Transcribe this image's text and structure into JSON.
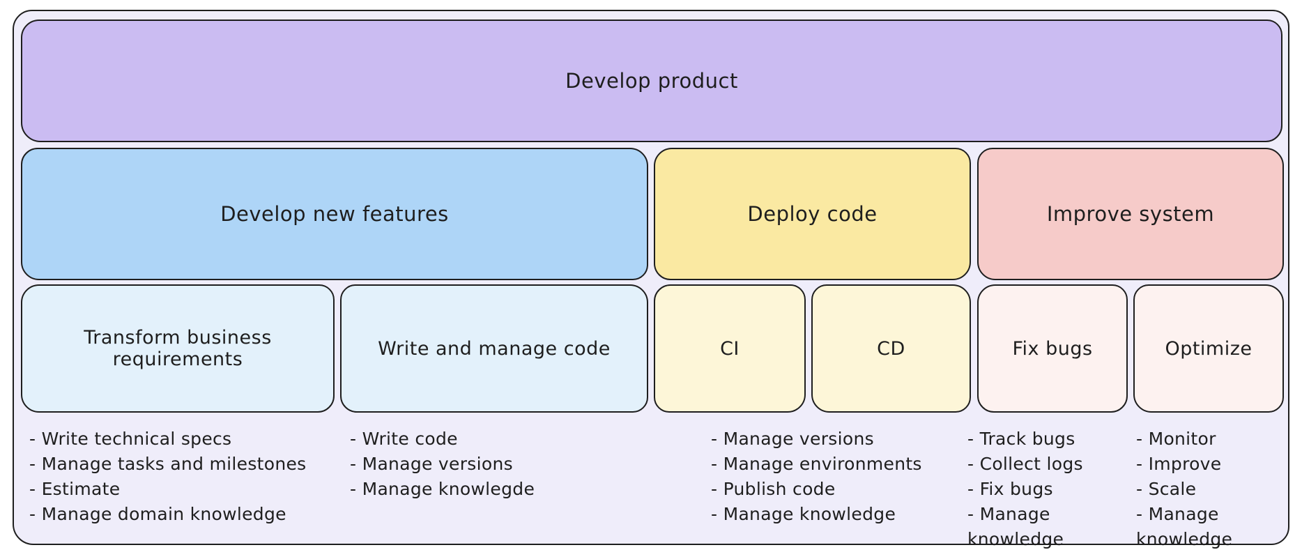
{
  "diagram": {
    "root": {
      "label": "Develop product"
    },
    "level2": [
      {
        "label": "Develop new features"
      },
      {
        "label": "Deploy code"
      },
      {
        "label": "Improve system"
      }
    ],
    "level3": [
      {
        "label": "Transform business requirements"
      },
      {
        "label": "Write and manage code"
      },
      {
        "label": "CI"
      },
      {
        "label": "CD"
      },
      {
        "label": "Fix bugs"
      },
      {
        "label": "Optimize"
      }
    ],
    "task_lists": [
      {
        "under": "Transform business requirements",
        "items": [
          "- Write technical specs",
          "- Manage tasks and milestones",
          "- Estimate",
          "- Manage domain knowledge"
        ]
      },
      {
        "under": "Write and manage code",
        "items": [
          "- Write code",
          "- Manage versions",
          "- Manage knowlegde"
        ]
      },
      {
        "under": "CI / CD",
        "items": [
          "- Manage versions",
          "- Manage environments",
          "- Publish code",
          "- Manage knowledge"
        ]
      },
      {
        "under": "Fix bugs",
        "items": [
          "- Track bugs",
          "- Collect logs",
          "- Fix bugs",
          "- Manage knowledge"
        ]
      },
      {
        "under": "Optimize",
        "items": [
          "- Monitor",
          "- Improve",
          "- Scale",
          "- Manage knowledge"
        ]
      }
    ],
    "colors": {
      "canvas_bg": "#efedfa",
      "root_bg": "#cbbcf2",
      "develop_new_features_bg": "#aed5f7",
      "deploy_code_bg": "#fae9a2",
      "improve_system_bg": "#f6cbc9",
      "features_children_bg": "#e3f1fb",
      "deploy_children_bg": "#fdf6d8",
      "improve_children_bg": "#fdf2f0",
      "stroke": "#1e1e1e",
      "text": "#1e1e1e"
    }
  }
}
